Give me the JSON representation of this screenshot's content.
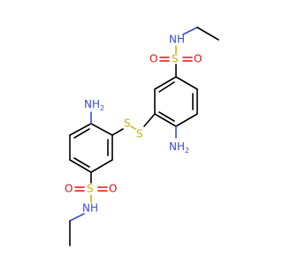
{
  "molecule": {
    "atom_colors": {
      "N": "#3b4bd8",
      "S": "#c8b400",
      "O": "#e01010",
      "C": "#000000"
    },
    "labels": {
      "nh_top": "NH",
      "nh_bottom": "NH",
      "nh2_top": "NH",
      "nh2_bottom": "NH",
      "sub_2": "2",
      "sub_2b": "2",
      "s_top": "S",
      "s_bottom": "S",
      "s_disulfide_a": "S",
      "s_disulfide_b": "S",
      "o_top_left": "O",
      "o_top_right": "O",
      "o_bottom_left": "O",
      "o_bottom_right": "O"
    }
  }
}
